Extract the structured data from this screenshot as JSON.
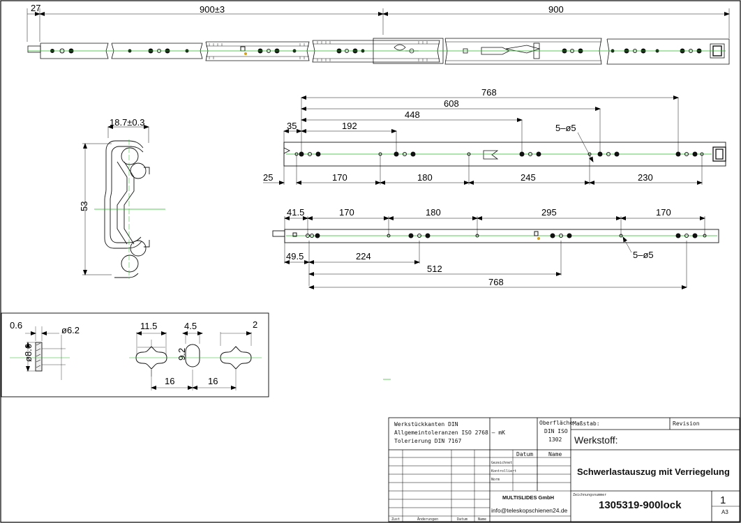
{
  "top_view": {
    "dim_offset": "27",
    "dim_closed": "900±3",
    "dim_extension": "900"
  },
  "slide_view_1": {
    "dims_top": [
      "768",
      "608",
      "448",
      "192",
      "35"
    ],
    "hole_note": "5–ø5",
    "dims_bottom": [
      "25",
      "170",
      "180",
      "245",
      "230"
    ]
  },
  "slide_view_2": {
    "dims_top": [
      "41.5",
      "170",
      "180",
      "295",
      "170"
    ],
    "hole_note": "5–ø5",
    "dims_bottom": [
      "49.5",
      "224",
      "512",
      "768"
    ]
  },
  "section_view": {
    "width": "18.7±0.3",
    "height": "53"
  },
  "detail_view": {
    "dim_thickness": "0.6",
    "dim_diameter": "ø6.2",
    "dim_height": "ø8.6",
    "dim_hole": "11.5",
    "dim_slot_width": "4.5",
    "dim_gap": "2",
    "dim_slot_height": "9.2",
    "dim_spacing_a": "16",
    "dim_spacing_b": "16"
  },
  "title_block": {
    "notes": [
      "Werkstückkanten DIN",
      "Allgemeintoleranzen ISO 2768 – mK",
      "Tolerierung DIN 7167"
    ],
    "surface_label": "Oberfläche",
    "surface_norm": "DIN ISO",
    "surface_value": "1302",
    "scale_label": "Maßstab:",
    "revision_label": "Revision",
    "material_label": "Werkstoff:",
    "col_date": "Datum",
    "col_name": "Name",
    "row_drawn": "Gezeichnet",
    "row_checked": "Kontrolliert",
    "row_norm": "Norm",
    "title": "Schwerlastauszug mit Verriegelung",
    "company": "MULTISLIDES GmbH",
    "email": "info@teleskopschienen24.de",
    "drawing_number_label": "Zeichnungsnummer",
    "drawing_number": "1305319-900lock",
    "sheet_number": "1",
    "sheet_format": "A3",
    "footer_cols": [
      "Zust",
      "Änderungen",
      "Datum",
      "Name"
    ]
  },
  "colors": {
    "line": "#111111",
    "center_line": "#22bb22",
    "accent": "#d4a017",
    "frame": "#000000"
  }
}
